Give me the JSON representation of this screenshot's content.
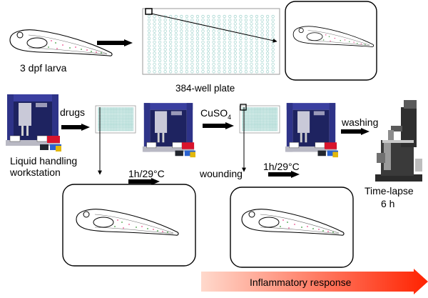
{
  "labels": {
    "larva": "3 dpf larva",
    "plate": "384-well plate",
    "drugs": "drugs",
    "liquid_line1": "Liquid handling",
    "liquid_line2": "workstation",
    "incubation1": "1h/29°C",
    "cuso4_main": "CuSO",
    "cuso4_sub": "4",
    "wounding": "wounding",
    "incubation2": "1h/29°C",
    "washing": "washing",
    "timelapse_line1": "Time-lapse",
    "timelapse_line2": "6 h",
    "inflammatory": "Inflammatory response"
  },
  "colors": {
    "text": "#000000",
    "arrow": "#000000",
    "inflammatory_start": "#ffd9cc",
    "inflammatory_end": "#ff2200",
    "robot_frame": "#3a3fa0",
    "robot_dark": "#1e2360",
    "plate_well": "#88c8c0"
  },
  "icons": {
    "larva": "zebrafish-larva-icon",
    "robot": "liquid-handling-robot-icon",
    "microscope": "microscope-icon",
    "plate": "well-plate-icon"
  }
}
